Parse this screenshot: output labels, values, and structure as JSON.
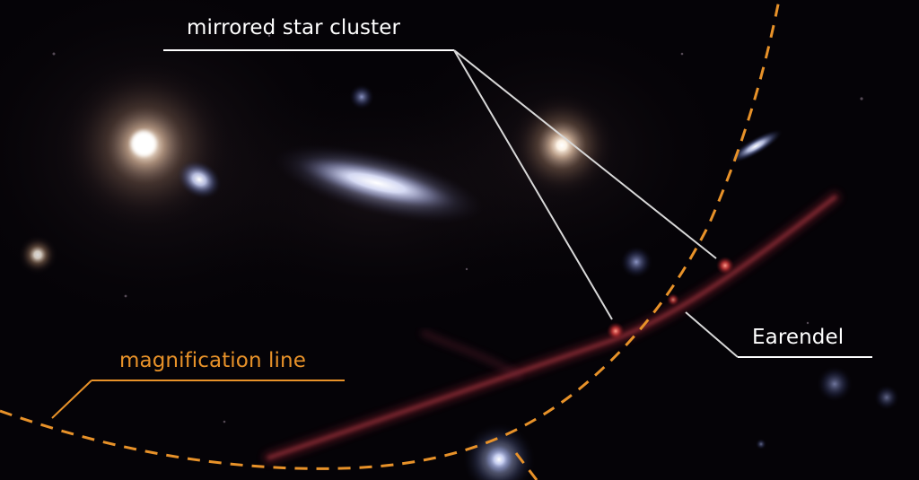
{
  "annotations": {
    "cluster_label": "mirrored star cluster",
    "earendel_label": "Earendel",
    "magnification_label": "magnification line"
  },
  "colors": {
    "annotation_text": "#ffffff",
    "leader_line": "#d8d8d8",
    "magnification_line": "#e89229",
    "background": "#050307"
  }
}
